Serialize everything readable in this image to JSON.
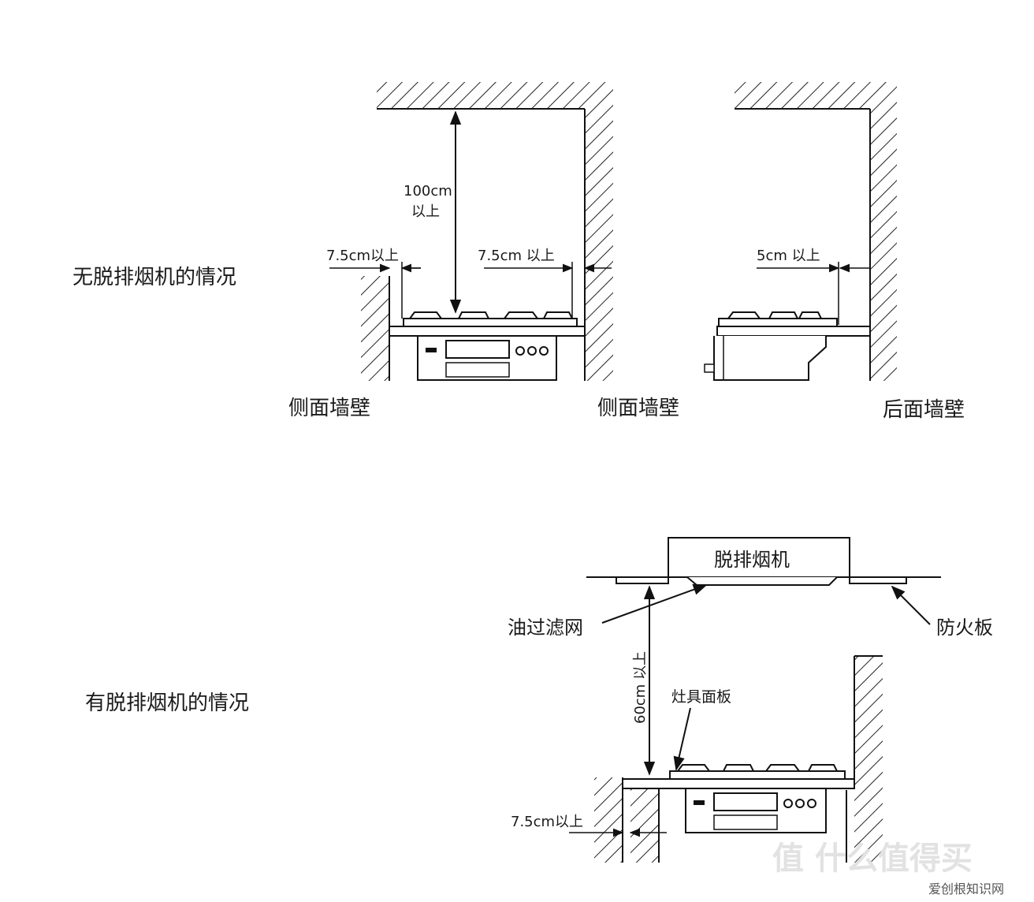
{
  "top": {
    "label_no_hood": "无脱排烟机的情况",
    "dim_height_value": "100cm",
    "dim_height_suffix": "以上",
    "dim_left": "7.5cm以上",
    "dim_right": "7.5cm 以上",
    "dim_back": "5cm 以上",
    "wall_side_left": "侧面墙壁",
    "wall_side_right": "侧面墙壁",
    "wall_back": "后面墙壁"
  },
  "bottom": {
    "label_with_hood": "有脱排烟机的情况",
    "hood": "脱排烟机",
    "oil_filter": "油过滤网",
    "fire_board": "防火板",
    "dim_height": "60cm 以上",
    "panel": "灶具面板",
    "dim_side": "7.5cm以上"
  },
  "watermark": {
    "main": "值 什么值得买",
    "sub": "爱创根知识网"
  }
}
